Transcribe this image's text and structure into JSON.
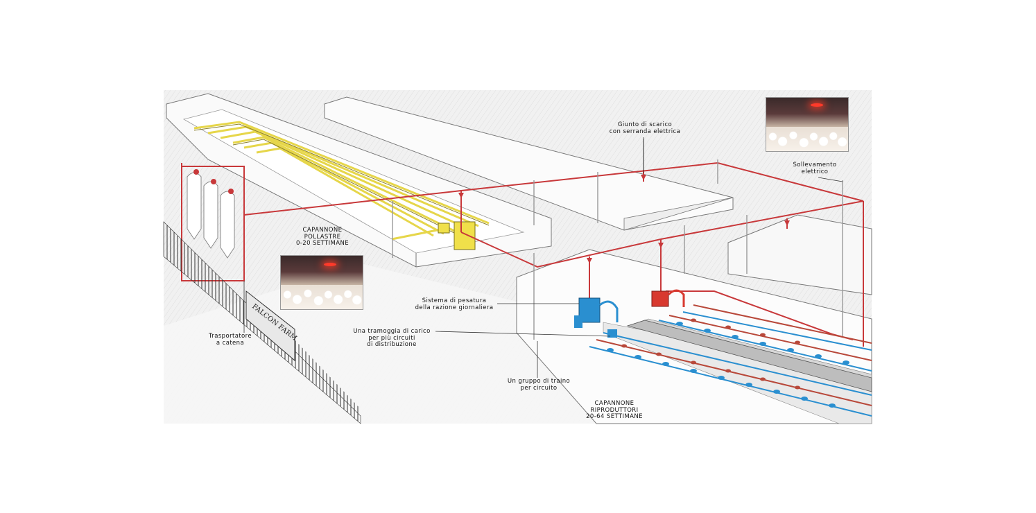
{
  "labels": {
    "giunto": [
      "Giunto di scarico",
      "con serranda elettrica"
    ],
    "sollevamento": [
      "Sollevamento",
      "elettrico"
    ],
    "pollastre": [
      "CAPANNONE",
      "POLLASTRE",
      "0-20 SETTIMANE"
    ],
    "pesatura": [
      "Sistema di pesatura",
      "della razione giornaliera"
    ],
    "tramoggia": [
      "Una tramoggia di carico",
      "per più circuiti",
      "di distribuzione"
    ],
    "trasportatore": [
      "Trasportatore",
      "a catena"
    ],
    "traino": [
      "Un gruppo di traino",
      "per circuito"
    ],
    "riproduttori": [
      "CAPANNONE",
      "RIPRODUTTORI",
      "20-64 SETTIMANE"
    ],
    "sign": "FALCON FARM"
  },
  "colors": {
    "feed_line_red": "#c8383a",
    "pan_line_yellow": "#e6d64a",
    "hopper_blue": "#2a8fd0",
    "building_outline": "#666666"
  },
  "icons": [
    "silo-icon",
    "hopper-icon",
    "poultry-photo"
  ]
}
